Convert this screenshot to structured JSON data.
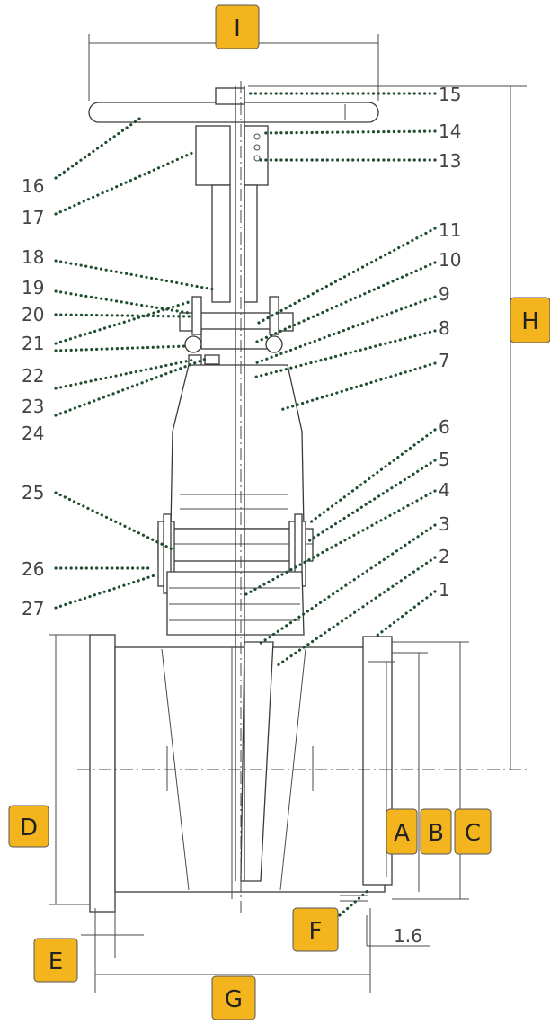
{
  "callouts": [
    {
      "id": "1",
      "label": "1"
    },
    {
      "id": "2",
      "label": "2"
    },
    {
      "id": "3",
      "label": "3"
    },
    {
      "id": "4",
      "label": "4"
    },
    {
      "id": "5",
      "label": "5"
    },
    {
      "id": "6",
      "label": "6"
    },
    {
      "id": "7",
      "label": "7"
    },
    {
      "id": "8",
      "label": "8"
    },
    {
      "id": "9",
      "label": "9"
    },
    {
      "id": "10",
      "label": "10"
    },
    {
      "id": "11",
      "label": "11"
    },
    {
      "id": "13",
      "label": "13"
    },
    {
      "id": "14",
      "label": "14"
    },
    {
      "id": "15",
      "label": "15"
    },
    {
      "id": "16",
      "label": "16"
    },
    {
      "id": "17",
      "label": "17"
    },
    {
      "id": "18",
      "label": "18"
    },
    {
      "id": "19",
      "label": "19"
    },
    {
      "id": "20",
      "label": "20"
    },
    {
      "id": "21",
      "label": "21"
    },
    {
      "id": "22",
      "label": "22"
    },
    {
      "id": "23",
      "label": "23"
    },
    {
      "id": "24",
      "label": "24"
    },
    {
      "id": "25",
      "label": "25"
    },
    {
      "id": "26",
      "label": "26"
    },
    {
      "id": "27",
      "label": "27"
    }
  ],
  "dimensions": {
    "I": "I",
    "H": "H",
    "A": "A",
    "B": "B",
    "C": "C",
    "D": "D",
    "E": "E",
    "F": "F",
    "G": "G"
  },
  "flange_thickness_note": "1.6",
  "colors": {
    "label_fill": "#f4b41e",
    "leader": "#1f4d2e",
    "drawing_line": "#3a3a3a"
  }
}
